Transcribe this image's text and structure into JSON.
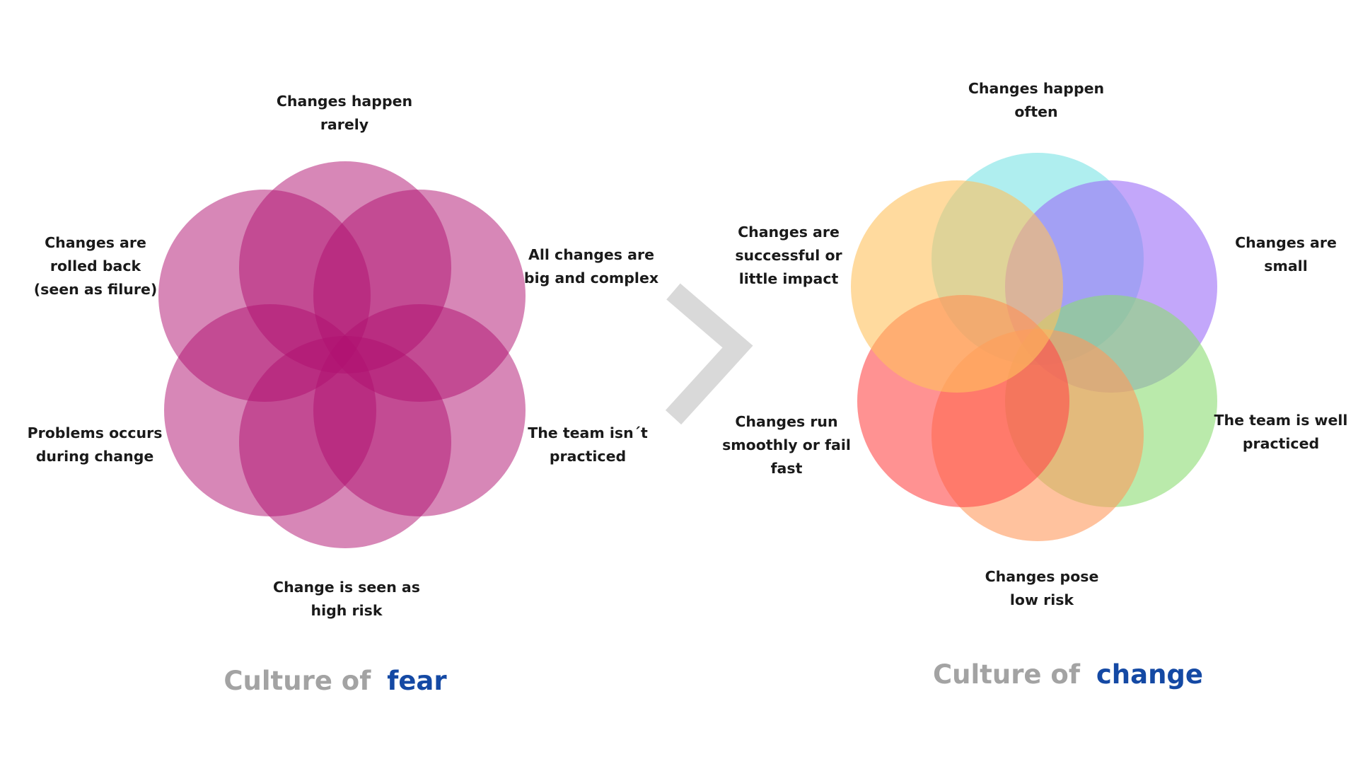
{
  "left_diagram": {
    "circle_color": "#b0106f",
    "labels": [
      {
        "lines": [
          "Changes happen",
          "rarely"
        ]
      },
      {
        "lines": [
          "All changes are",
          "big and complex"
        ]
      },
      {
        "lines": [
          "The team isn´t",
          "practiced"
        ]
      },
      {
        "lines": [
          "Change is seen as",
          "high risk"
        ]
      },
      {
        "lines": [
          "Problems occurs",
          "during change"
        ]
      },
      {
        "lines": [
          "Changes are",
          "rolled back",
          "(seen as filure)"
        ]
      }
    ],
    "title": {
      "prefix": "Culture of",
      "highlight": "fear"
    }
  },
  "separator": {
    "icon": "chevron-right-icon",
    "color": "#d9d9d9"
  },
  "right_diagram": {
    "circles": [
      {
        "name": "circle-cyan",
        "color": "#7ae3e5"
      },
      {
        "name": "circle-purple",
        "color": "#9b6cf7"
      },
      {
        "name": "circle-green",
        "color": "#8cdc73"
      },
      {
        "name": "circle-peach",
        "color": "#ff9a5e"
      },
      {
        "name": "circle-red",
        "color": "#ff4a4a"
      },
      {
        "name": "circle-yellow",
        "color": "#ffc25e"
      }
    ],
    "labels": [
      {
        "lines": [
          "Changes happen",
          "often"
        ]
      },
      {
        "lines": [
          "Changes are",
          "small"
        ]
      },
      {
        "lines": [
          "The team is well",
          "practiced"
        ]
      },
      {
        "lines": [
          "Changes pose",
          "low risk"
        ]
      },
      {
        "lines": [
          "Changes run",
          "smoothly or fail",
          "fast"
        ]
      },
      {
        "lines": [
          "Changes are",
          "successful or",
          "little impact"
        ]
      }
    ],
    "title": {
      "prefix": "Culture of",
      "highlight": "change"
    }
  },
  "colors": {
    "title_gray": "#a3a3a3",
    "title_blue": "#1449a4",
    "label_text": "#1a1a1a"
  }
}
